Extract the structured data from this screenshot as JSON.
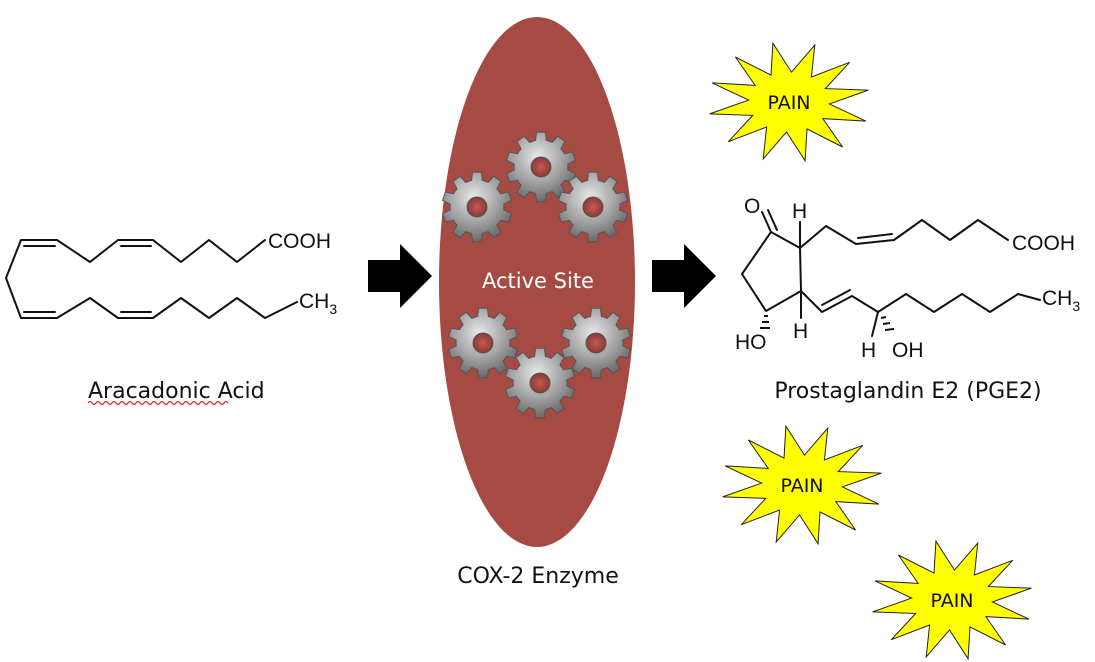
{
  "substrate": {
    "name": "Aracadonic Acid",
    "group_top": "COOH",
    "group_bottom_main": "CH",
    "group_bottom_sub": "3"
  },
  "enzyme": {
    "label": "COX-2 Enzyme",
    "active_site": "Active Site",
    "color": "#a64a44",
    "gear_color": "#8e8e8e"
  },
  "product": {
    "name": "Prostaglandin E2 (PGE2)",
    "oxo": "O",
    "h_top": "H",
    "h_mid": "H",
    "h_low": "H",
    "ho_ring": "HO",
    "oh_chain": "OH",
    "group_top": "COOH",
    "group_bottom_main": "CH",
    "group_bottom_sub": "3"
  },
  "pain_bursts": [
    {
      "label": "PAIN"
    },
    {
      "label": "PAIN"
    },
    {
      "label": "PAIN"
    }
  ],
  "colors": {
    "burst_fill": "#ffff00",
    "arrow": "#000000"
  }
}
